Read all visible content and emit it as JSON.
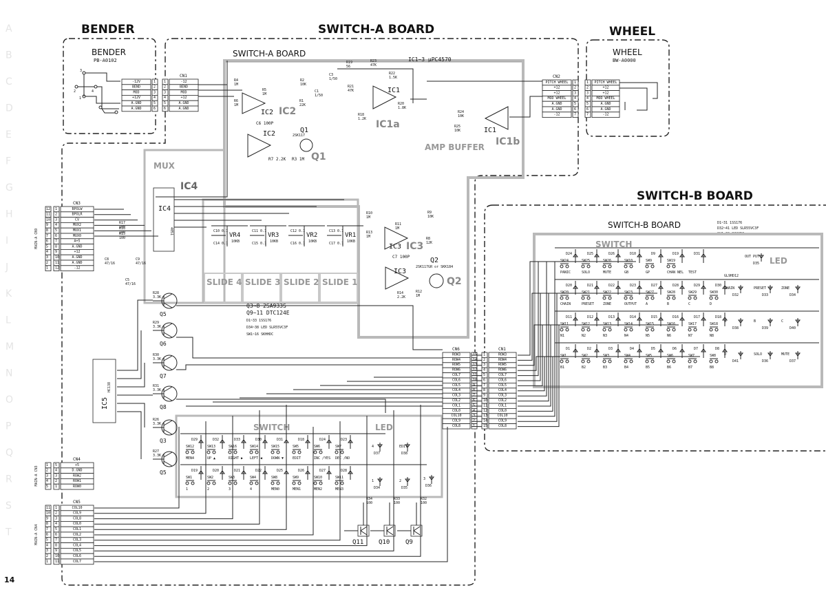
{
  "page": {
    "number": "14",
    "side_letters": [
      "A",
      "B",
      "C",
      "D",
      "E",
      "F",
      "G",
      "H",
      "I",
      "J",
      "K",
      "L",
      "M",
      "N",
      "O",
      "P",
      "Q",
      "R",
      "S",
      "T"
    ]
  },
  "sections": {
    "bender": {
      "title": "BENDER",
      "board_label": "BENDER",
      "part": "PB-A0102"
    },
    "switch_a": {
      "title": "SWITCH-A BOARD",
      "board_label": "SWITCH-A BOARD"
    },
    "wheel": {
      "title": "WHEEL",
      "board_label": "WHEEL",
      "part": "BW-A0000"
    },
    "switch_b": {
      "title": "SWITCH-B BOARD",
      "board_label": "SWITCH-B BOARD",
      "notes": [
        "D1~31   1SS176",
        "D32~41 LED SLR55VC3F",
        "SW1~30 SKHHDC"
      ]
    }
  },
  "bender_connector": {
    "pins": [
      "1",
      "2",
      "3",
      "4",
      "5",
      "6"
    ],
    "signals": [
      "-12V",
      "BEND",
      "MOD",
      "+12V",
      "A.GND",
      "A.GND"
    ]
  },
  "cn1_switch_a": {
    "label": "CN1",
    "signals": [
      "-12",
      "BEND",
      "MOD",
      "+12",
      "A.GND",
      "A.GND"
    ]
  },
  "cn2_wheel": {
    "label": "CN2",
    "signals": [
      "PITCH WHEEL",
      "+12",
      "+12",
      "MOD WHEEL",
      "A.GND",
      "A.GND",
      "-12"
    ]
  },
  "wheel_connector": {
    "signals": [
      "PITCH WHEEL",
      "+12",
      "+12",
      "MOD WHEEL",
      "A.GND",
      "A.GND",
      "-12"
    ]
  },
  "cn3": {
    "label": "CN3",
    "side_label": "MAIN-A CN9",
    "main_pins": [
      "12",
      "11",
      "10",
      "9",
      "8",
      "7",
      "6",
      "5",
      "4",
      "3",
      "2",
      "1"
    ],
    "pins": [
      "1",
      "2",
      "3",
      "4",
      "5",
      "6",
      "7",
      "8",
      "9",
      "10",
      "11",
      "12"
    ],
    "signals": [
      "BPOLW",
      "BPOLR",
      "CV",
      "MUX2",
      "MUX1",
      "MUX0",
      "A+5",
      "A.GND",
      "+12",
      "A.GND",
      "A.GND",
      "-12"
    ]
  },
  "cn4": {
    "label": "CN4",
    "side_label": "MAIN-A CN3",
    "main_pins": [
      "1",
      "2",
      "3",
      "4",
      "5"
    ],
    "pins": [
      "5",
      "4",
      "3",
      "2",
      "1"
    ],
    "signals": [
      "+5",
      "D.GND",
      "ROW2",
      "ROW1",
      "ROW0"
    ]
  },
  "cn5": {
    "label": "CN5",
    "side_label": "MAIN-A CN4",
    "main_pins": [
      "11",
      "10",
      "9",
      "8",
      "7",
      "6",
      "5",
      "4",
      "3",
      "2",
      "1"
    ],
    "pins": [
      "1",
      "2",
      "3",
      "4",
      "5",
      "6",
      "7",
      "8",
      "9",
      "10",
      "11"
    ],
    "signals": [
      "COL10",
      "COL9",
      "COL8",
      "COL0",
      "COL1",
      "COL2",
      "COL3",
      "COL4",
      "COL5",
      "COL6",
      "COL7"
    ]
  },
  "cn6": {
    "label": "CN6",
    "pins": [
      "15",
      "14",
      "13",
      "12",
      "11",
      "10",
      "9",
      "8",
      "7",
      "6",
      "5",
      "4",
      "3",
      "2",
      "1"
    ],
    "signals": [
      "ROW3",
      "ROW4",
      "ROW5",
      "ROW6",
      "COL7",
      "COL6",
      "COL5",
      "COL4",
      "COL3",
      "COL2",
      "COL1",
      "COL0",
      "COL10",
      "COL9",
      "COL8"
    ]
  },
  "cn1_switch_b": {
    "label": "CN1",
    "pins": [
      "1",
      "2",
      "3",
      "4",
      "5",
      "6",
      "7",
      "8",
      "9",
      "10",
      "11",
      "12",
      "13",
      "14",
      "15"
    ],
    "signals": [
      "ROW3",
      "ROW4",
      "ROW5",
      "ROW6",
      "COL7",
      "COL6",
      "COL5",
      "COL4",
      "COL3",
      "COL2",
      "COL1",
      "COL0",
      "COL10",
      "COL9",
      "COL8"
    ]
  },
  "blocks": {
    "ic_note": "IC1~3  µPC4570",
    "amp_buffer": "AMP BUFFER",
    "mux": "MUX",
    "slides": [
      "SLIDE 4",
      "SLIDE 3",
      "SLIDE 2",
      "SLIDE 1"
    ],
    "switch": "SWITCH",
    "led": "LED",
    "led_part": "GL9HD12"
  },
  "ics": {
    "ic1": "IC1",
    "ic1a": "IC1a",
    "ic1b": "IC1b",
    "ic2": "IC2",
    "ic3": "IC3",
    "ic4": "IC4",
    "ic4_part": "4051",
    "ic5": "IC5",
    "ic5_part": "HC138",
    "q1": "Q1",
    "q1_part": "2SK117",
    "q2": "Q2",
    "q2_part": "2SK117GR or SKK184"
  },
  "parts_notes_a": [
    "Q3~8    2SA933S",
    "Q9~11  DTC124E",
    "D1~33    1SS176",
    "D34~38  LED SLR55VC3F",
    "SW1~16   SKHHDC"
  ],
  "resistors": {
    "r4": "R4 1M",
    "r5": "R5 1M",
    "r6": "R6 1M",
    "r2": "R2 10K",
    "r1": "R1 22K",
    "c1": "C1 1/50",
    "c3": "C3 1/50",
    "r19": "R19 56",
    "r23": "R23 47K",
    "r22": "R22 1.5K",
    "r21": "R21 47K",
    "r18": "R18 1.2K",
    "r20": "R20 1.8K",
    "r24": "R24 10K",
    "r25": "R25 10K",
    "c6": "C6 100P",
    "r7": "R7 2.2K",
    "r3": "R3 1M",
    "r10": "R10 1M",
    "r11": "R11 1M",
    "r13": "R13 1M",
    "r9": "R9 10K",
    "r8": "R8 12K",
    "c7": "C7 100P",
    "r14": "R14 2.2K",
    "r12": "R12 1M",
    "r17": "R17 100",
    "r16": "R16 100",
    "r15": "R15 100",
    "c8": "C8 47/16",
    "c9": "C9 47/16",
    "c5": "C5 47/16",
    "r28": "R28 3.3K",
    "r29": "R29 3.3K",
    "r30": "R30 3.3K",
    "r31": "R31 3.3K",
    "r26": "R26 3.3K",
    "r27": "R27 3.3K",
    "r34": "R34 100",
    "r33": "R33 100",
    "r32": "R32 100"
  },
  "pots": [
    {
      "name": "VR4",
      "value": "10KB",
      "caps": [
        "C10 0.1",
        "C14 0.1"
      ]
    },
    {
      "name": "VR3",
      "value": "10KB",
      "caps": [
        "C11 0.1",
        "C15 0.1"
      ]
    },
    {
      "name": "VR2",
      "value": "10KB",
      "caps": [
        "C12 0.1",
        "C16 0.1"
      ]
    },
    {
      "name": "VR1",
      "value": "10KB",
      "caps": [
        "C13 0.1",
        "C17 0.1"
      ]
    }
  ],
  "transistors_a": [
    "Q5",
    "Q6",
    "Q7",
    "Q8",
    "Q3",
    "Q5"
  ],
  "driver_transistors": [
    "Q11",
    "Q10",
    "Q9"
  ],
  "switch_a_row1": [
    {
      "d": "D29",
      "sw": "SW12",
      "label": "MEN4"
    },
    {
      "d": "D32",
      "sw": "SW13",
      "label": "UP ▲"
    },
    {
      "d": "D33",
      "sw": "SW16",
      "label": "RIGHT ▶"
    },
    {
      "d": "D30",
      "sw": "SW14",
      "label": "LEFT ◀"
    },
    {
      "d": "D31",
      "sw": "SW15",
      "label": "DOWN ▼"
    },
    {
      "d": "D18",
      "sw": "SW5",
      "label": "EDIT"
    },
    {
      "d": "D24",
      "sw": "SW6",
      "label": "INC /YES"
    },
    {
      "d": "D23",
      "sw": "SW7",
      "label": "DEC /NO"
    }
  ],
  "switch_a_row2": [
    {
      "d": "D19",
      "sw": "SW1",
      "label": "1"
    },
    {
      "d": "D20",
      "sw": "SW2",
      "label": "2"
    },
    {
      "d": "D21",
      "sw": "SW3",
      "label": "3"
    },
    {
      "d": "D22",
      "sw": "SW4",
      "label": "4"
    },
    {
      "d": "D25",
      "sw": "SW8",
      "label": "MEN0"
    },
    {
      "d": "D26",
      "sw": "SW9",
      "label": "MEN1"
    },
    {
      "d": "D27",
      "sw": "SW10",
      "label": "MEN2"
    },
    {
      "d": "D28",
      "sw": "SW11",
      "label": "MEN3"
    }
  ],
  "leds_a": [
    {
      "num": "4",
      "d": "D37"
    },
    {
      "num": "EDIT",
      "d": "D38"
    },
    {
      "num": "1",
      "d": "D34"
    },
    {
      "num": "2",
      "d": "D35"
    },
    {
      "num": "3",
      "d": "D36"
    }
  ],
  "switch_b_rows": [
    [
      {
        "d": "D24",
        "sw": "SW24",
        "label": "PANIC"
      },
      {
        "d": "D25",
        "sw": "SW25",
        "label": "SOLO"
      },
      {
        "d": "D26",
        "sw": "SW26",
        "label": "MUTE"
      },
      {
        "d": "D10",
        "sw": "SW10",
        "label": "GB"
      },
      {
        "d": "D9",
        "sw": "SW9",
        "label": "GP"
      },
      {
        "d": "D19",
        "sw": "SW19",
        "label": "CHAN NEL"
      },
      {
        "d": "D31",
        "sw": "",
        "label": "TEST"
      }
    ],
    [
      {
        "d": "D20",
        "sw": "SW20",
        "label": "CHAIN"
      },
      {
        "d": "D21",
        "sw": "SW21",
        "label": "PRESET"
      },
      {
        "d": "D22",
        "sw": "SW22",
        "label": "ZONE"
      },
      {
        "d": "D23",
        "sw": "SW23",
        "label": "OUTPUT"
      },
      {
        "d": "D27",
        "sw": "SW27",
        "label": "A"
      },
      {
        "d": "D28",
        "sw": "SW28",
        "label": "B"
      },
      {
        "d": "D29",
        "sw": "SW29",
        "label": "C"
      },
      {
        "d": "D30",
        "sw": "SW30",
        "label": "D"
      }
    ],
    [
      {
        "d": "D11",
        "sw": "SW11",
        "label": "N1"
      },
      {
        "d": "D12",
        "sw": "SW12",
        "label": "N2"
      },
      {
        "d": "D13",
        "sw": "SW13",
        "label": "N3"
      },
      {
        "d": "D14",
        "sw": "SW14",
        "label": "N4"
      },
      {
        "d": "D15",
        "sw": "SW15",
        "label": "N5"
      },
      {
        "d": "D16",
        "sw": "SW16",
        "label": "N6"
      },
      {
        "d": "D17",
        "sw": "SW17",
        "label": "N7"
      },
      {
        "d": "D18",
        "sw": "SW18",
        "label": "N8"
      }
    ],
    [
      {
        "d": "D1",
        "sw": "SW1",
        "label": "B1"
      },
      {
        "d": "D2",
        "sw": "SW2",
        "label": "B2"
      },
      {
        "d": "D3",
        "sw": "SW3",
        "label": "B3"
      },
      {
        "d": "D4",
        "sw": "SW4",
        "label": "B4"
      },
      {
        "d": "D5",
        "sw": "SW5",
        "label": "B5"
      },
      {
        "d": "D6",
        "sw": "SW6",
        "label": "B6"
      },
      {
        "d": "D7",
        "sw": "SW7",
        "label": "B7"
      },
      {
        "d": "D8",
        "sw": "SW8",
        "label": "B8"
      }
    ]
  ],
  "leds_b": [
    {
      "label": "OUT PUT",
      "d": "D35"
    },
    {
      "label": "CHAIN",
      "d": "D32"
    },
    {
      "label": "PRESET",
      "d": "D33"
    },
    {
      "label": "ZONE",
      "d": "D34"
    },
    {
      "label": "A",
      "d": "D38"
    },
    {
      "label": "B",
      "d": "D39"
    },
    {
      "label": "C",
      "d": "D40"
    },
    {
      "label": "D",
      "d": "D41"
    },
    {
      "label": "SOLO",
      "d": "D36"
    },
    {
      "label": "MUTE",
      "d": "D37"
    }
  ]
}
